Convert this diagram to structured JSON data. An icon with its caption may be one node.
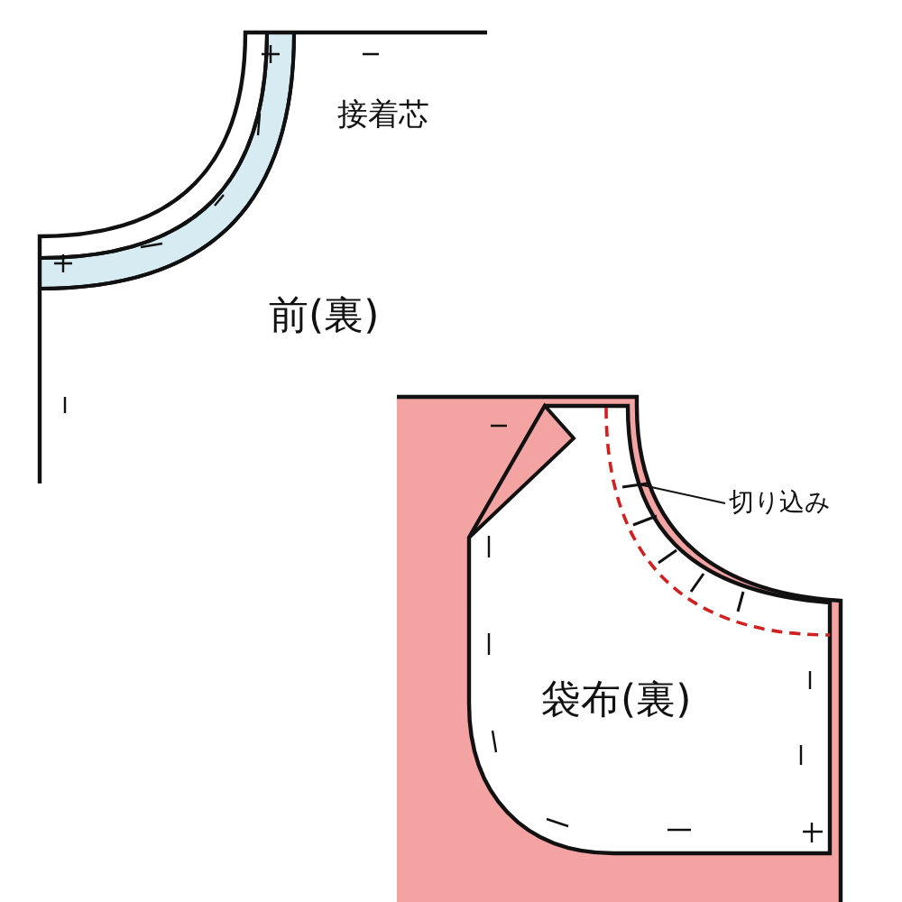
{
  "diagram": {
    "nodes": [
      {
        "text": [
          "切り込み"
        ]
      },
      {
        "text": [],
        "shape": "bar"
      }
    ],
    "edges": [
      {
        "from": 0,
        "to": 1,
        "arrow": "none"
      }
    ],
    "labels": [
      "接着芯",
      "前(裏)",
      "袋布(裏)"
    ]
  }
}
